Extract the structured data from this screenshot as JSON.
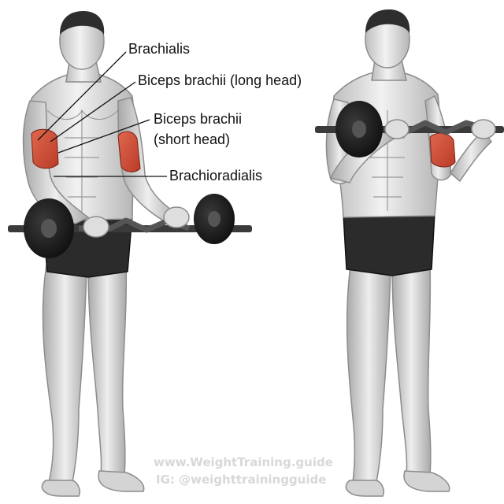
{
  "labels": {
    "brachialis": "Brachialis",
    "biceps_long": "Biceps brachii (long head)",
    "biceps_short_line1": "Biceps brachii",
    "biceps_short_line2": "(short head)",
    "brachioradialis": "Brachioradialis"
  },
  "watermark": {
    "line1": "www.WeightTraining.guide",
    "line2": "IG: @weighttrainingguide"
  },
  "colors": {
    "muscle_highlight": "#d2523a",
    "skin_shade": "#d9d9d9",
    "shorts": "#2b2b2b",
    "bar": "#3a3a3a",
    "plate": "#1c1c1c",
    "leader_line": "#111111"
  }
}
